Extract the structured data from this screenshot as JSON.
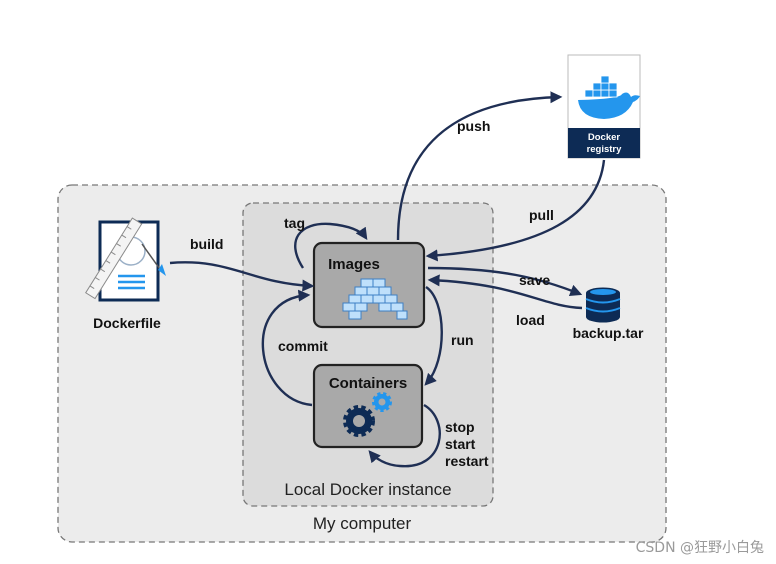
{
  "regions": {
    "my_computer": "My computer",
    "local_instance": "Local Docker instance"
  },
  "nodes": {
    "dockerfile": "Dockerfile",
    "images": "Images",
    "containers": "Containers",
    "registry_line1": "Docker",
    "registry_line2": "registry",
    "backup": "backup.tar"
  },
  "edges": {
    "build": "build",
    "tag": "tag",
    "push": "push",
    "pull": "pull",
    "save": "save",
    "load": "load",
    "run": "run",
    "commit": "commit",
    "stop": "stop",
    "start": "start",
    "restart": "restart"
  },
  "watermark": "CSDN @狂野小白兔",
  "colors": {
    "arrow": "#1f2f54",
    "registry_bg": "#0d2b55",
    "whale": "#2496ed",
    "box_fill": "#a9a9a9",
    "outer_region_fill": "#ececec",
    "inner_region_fill": "#dcdcdc"
  }
}
